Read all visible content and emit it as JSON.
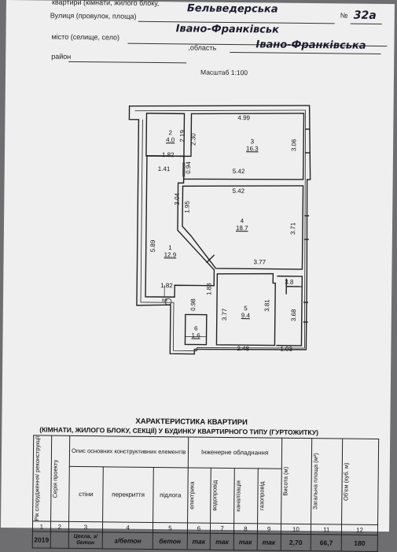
{
  "header": {
    "prefix": "квартири (кімнати, жилого блоку,",
    "street_label": "Вулиця (провулок, площа)",
    "street_value": "Бельведерська",
    "number_label": "№",
    "number_value": "32а",
    "city_label": "місто (селище, село)",
    "city_value": "Івано-Франківськ",
    "oblast_label": ",область",
    "oblast_value": "Івано-Франківська",
    "district_label": "район",
    "scale": "Масштаб 1:100"
  },
  "plan": {
    "rooms": [
      {
        "num": "2",
        "area": "4.0"
      },
      {
        "num": "3",
        "area": "16.3"
      },
      {
        "num": "4",
        "area": "18.7"
      },
      {
        "num": "1",
        "area": "12.9"
      },
      {
        "num": "5",
        "area": "9.4"
      },
      {
        "num": "6",
        "area": "1.6"
      }
    ],
    "dims": {
      "d499": "4.99",
      "d219": "2.19",
      "d230": "2.30",
      "d306": "3.06",
      "d182a": "1.82",
      "d141": "1.41",
      "d094": "0.94",
      "d542a": "5.42",
      "d542b": "5.42",
      "d304": "3.04",
      "d195": "1.95",
      "d371": "3.71",
      "d589": "5.89",
      "d377a": "3.77",
      "d182b": "1.82",
      "d183": "1.83",
      "d38": "3.8",
      "d098": "0.98",
      "d377b": "3.77",
      "d381": "3.81",
      "d368": "3.68",
      "d248": "2.48",
      "d103": "1.03",
      "d69": "69"
    }
  },
  "table": {
    "title1": "ХАРАКТЕРИСТИКА КВАРТИРИ",
    "title2": "(КІМНАТИ, ЖИЛОГО БЛОКУ, СЕКЦІЇ) У БУДИНКУ КВАРТИРНОГО ТИПУ (ГУРТОЖИТКУ)",
    "h_year": "Рік спорудження/ реконструкції",
    "h_series": "Серія проекту",
    "h_structure": "Опис основних конструктивних елементів",
    "h_engineering": "Інженерне обладнання",
    "h_walls": "стіни",
    "h_floors": "перекриття",
    "h_floor": "підлога",
    "h_electric": "електрика",
    "h_water": "водопровід",
    "h_sewer": "каналізація",
    "h_gas": "газопровід",
    "h_height": "Висота (м)",
    "h_area": "Загальна площа (м²)",
    "h_volume": "Об'єм (куб. м)",
    "nums": [
      "1",
      "2",
      "3",
      "4",
      "5",
      "6",
      "7",
      "8",
      "9",
      "10",
      "11",
      "12"
    ],
    "row": [
      "2019",
      "",
      "Цегла, з/бетон",
      "з/бетон",
      "бетон",
      "так",
      "так",
      "так",
      "так",
      "2,70",
      "66,7",
      "180"
    ]
  }
}
